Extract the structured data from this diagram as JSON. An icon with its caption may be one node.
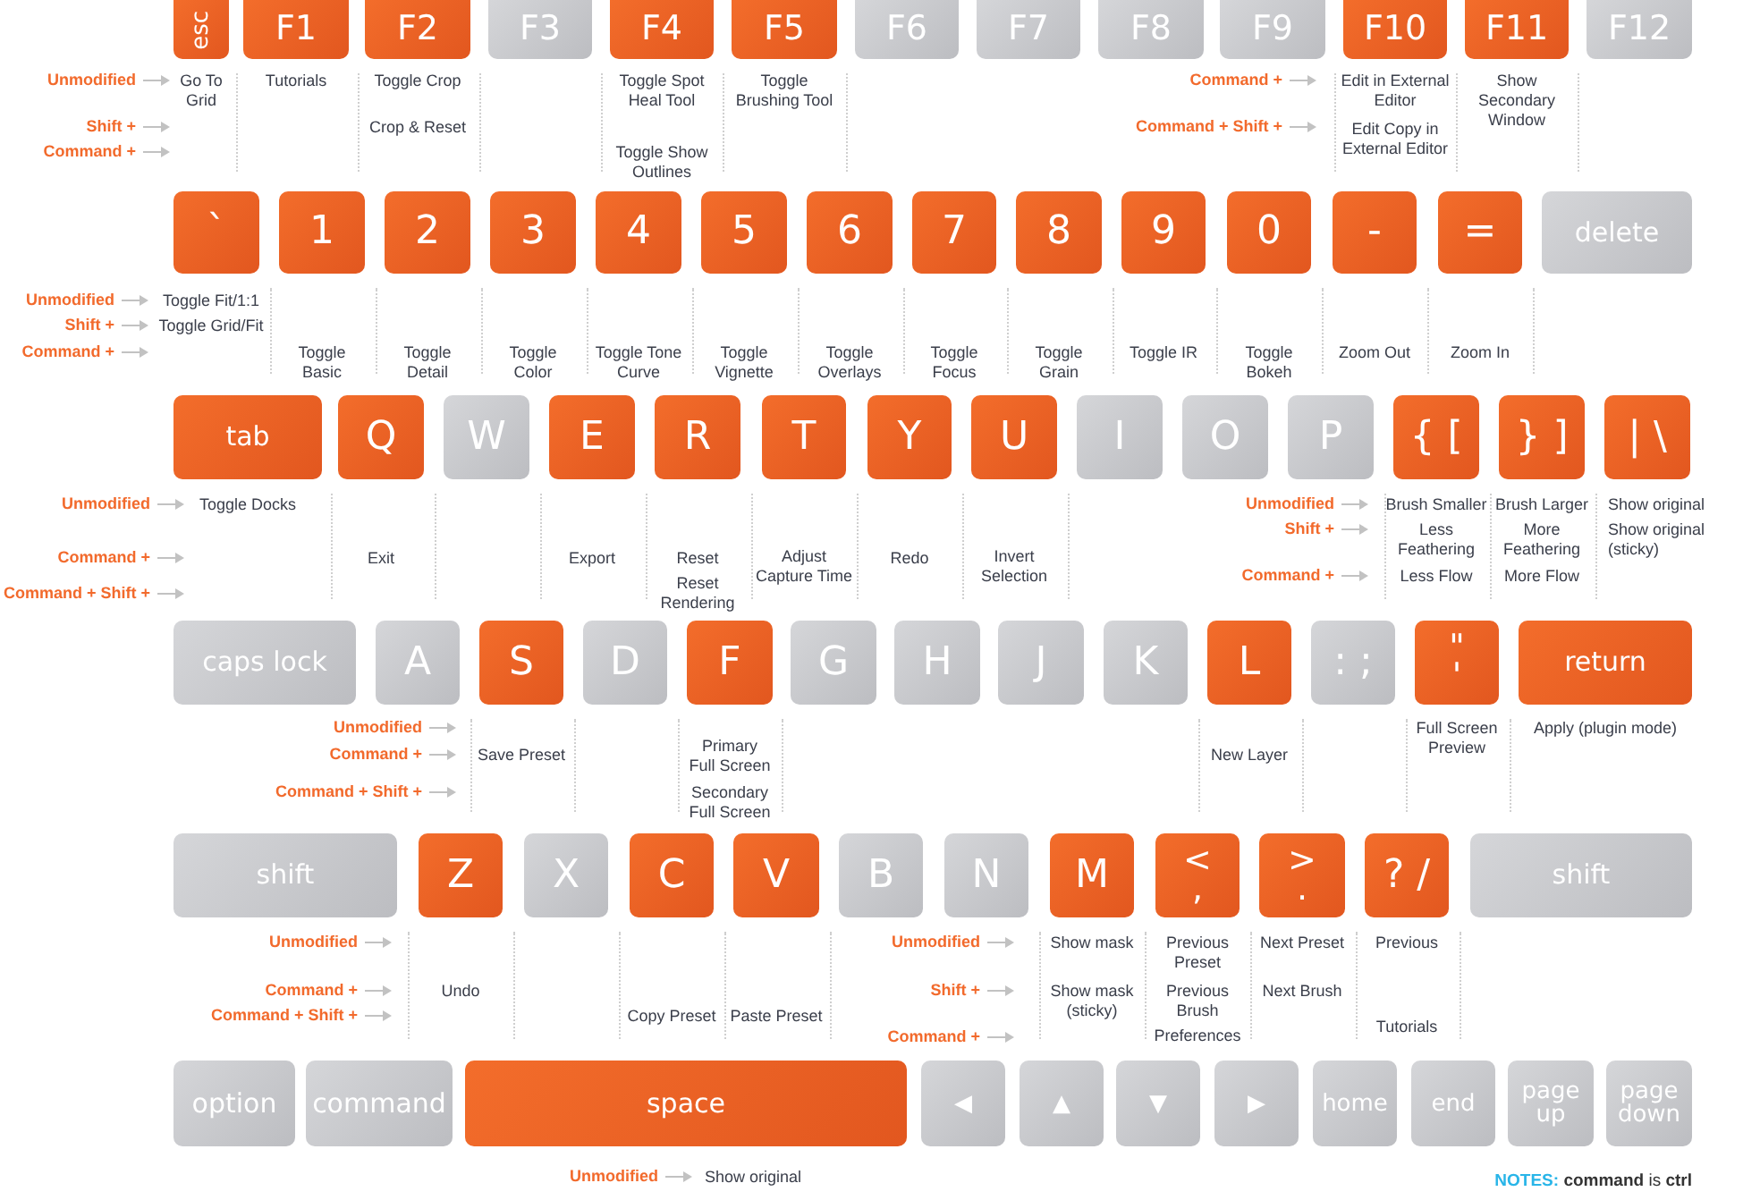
{
  "diagram": {
    "nodes": [
      {
        "text": [
          "esc"
        ],
        "beside": [
          "Go To Grid"
        ]
      },
      {
        "text": [
          "F1"
        ],
        "beside": [
          "Tutorials"
        ]
      },
      {
        "text": [
          "F2"
        ],
        "beside": [
          "Toggle Crop",
          "Crop & Reset"
        ]
      },
      {
        "text": [
          "F3"
        ]
      },
      {
        "text": [
          "F4"
        ],
        "beside": [
          "Toggle Spot Heal Tool"
        ]
      },
      {
        "text": [
          "F5"
        ],
        "beside": [
          "Toggle Brushing Tool"
        ]
      },
      {
        "text": [
          "F6"
        ]
      },
      {
        "text": [
          "F7"
        ]
      },
      {
        "text": [
          "F8"
        ]
      },
      {
        "text": [
          "F9"
        ]
      },
      {
        "text": [
          "F10"
        ],
        "beside": [
          "Edit in External Editor",
          "Edit Copy in External Editor"
        ]
      },
      {
        "text": [
          "F11"
        ],
        "beside": [
          "Show Secondary Window"
        ]
      },
      {
        "text": [
          "F12"
        ]
      },
      {
        "text": [
          "`"
        ],
        "beside": [
          "Toggle Fit/1:1",
          "Toggle Grid/Fit"
        ]
      },
      {
        "text": [
          "1"
        ]
      },
      {
        "text": [
          "2"
        ]
      },
      {
        "text": [
          "3"
        ]
      },
      {
        "text": [
          "4"
        ]
      },
      {
        "text": [
          "5"
        ]
      },
      {
        "text": [
          "6"
        ]
      },
      {
        "text": [
          "7"
        ]
      },
      {
        "text": [
          "8"
        ]
      },
      {
        "text": [
          "9"
        ]
      },
      {
        "text": [
          "0"
        ]
      },
      {
        "text": [
          "-"
        ]
      },
      {
        "text": [
          "="
        ]
      },
      {
        "text": [
          "delete"
        ]
      },
      {
        "text": [
          "tab"
        ],
        "beside": [
          "Toggle Docks"
        ]
      },
      {
        "text": [
          "Q"
        ]
      },
      {
        "text": [
          "W"
        ]
      },
      {
        "text": [
          "E"
        ]
      },
      {
        "text": [
          "R"
        ],
        "beside": [
          "Reset",
          "Reset Rendering"
        ]
      },
      {
        "text": [
          "T"
        ]
      },
      {
        "text": [
          "Y"
        ]
      },
      {
        "text": [
          "U"
        ]
      },
      {
        "text": [
          "I"
        ]
      },
      {
        "text": [
          "O"
        ]
      },
      {
        "text": [
          "P"
        ]
      },
      {
        "text": [
          "{ ["
        ],
        "beside": [
          "Brush Smaller",
          "Less Feathering",
          "Less Flow"
        ]
      },
      {
        "text": [
          "} ]"
        ],
        "beside": [
          "Brush Larger",
          "More Feathering",
          "More Flow"
        ]
      },
      {
        "text": [
          "| \\"
        ],
        "beside": [
          "Show original",
          "Show original (sticky)"
        ]
      },
      {
        "text": [
          "caps lock"
        ]
      },
      {
        "text": [
          "A"
        ]
      },
      {
        "text": [
          "S"
        ],
        "beside": [
          "Save Preset"
        ]
      },
      {
        "text": [
          "D"
        ]
      },
      {
        "text": [
          "F"
        ],
        "beside": [
          "Primary Full Screen",
          "Secondary Full Screen"
        ]
      },
      {
        "text": [
          "G"
        ]
      },
      {
        "text": [
          "H"
        ]
      },
      {
        "text": [
          "J"
        ]
      },
      {
        "text": [
          "K"
        ]
      },
      {
        "text": [
          "L"
        ],
        "beside": [
          "New Layer"
        ]
      },
      {
        "text": [
          ": ;"
        ]
      },
      {
        "text": [
          "\" '"
        ],
        "beside": [
          "Full Screen Preview"
        ]
      },
      {
        "text": [
          "return"
        ],
        "beside": [
          "Apply (plugin mode)"
        ]
      },
      {
        "text": [
          "shift"
        ]
      },
      {
        "text": [
          "Z"
        ]
      },
      {
        "text": [
          "X"
        ]
      },
      {
        "text": [
          "C"
        ]
      },
      {
        "text": [
          "V"
        ]
      },
      {
        "text": [
          "B"
        ]
      },
      {
        "text": [
          "N"
        ]
      },
      {
        "text": [
          "M"
        ],
        "beside": [
          "Show mask",
          "Show mask (sticky)"
        ]
      },
      {
        "text": [
          "< ,"
        ],
        "beside": [
          "Previous Preset",
          "Previous Brush",
          "Preferences"
        ]
      },
      {
        "text": [
          "> ."
        ],
        "beside": [
          "Next Preset",
          "Next Brush"
        ]
      },
      {
        "text": [
          "? /"
        ],
        "beside": [
          "Previous"
        ]
      },
      {
        "text": [
          "shift"
        ]
      },
      {
        "text": [
          "option"
        ]
      },
      {
        "text": [
          "command"
        ]
      },
      {
        "text": [
          "space"
        ],
        "beside": [
          "Show original"
        ]
      },
      {
        "text": [
          "◀"
        ]
      },
      {
        "text": [
          "▲"
        ]
      },
      {
        "text": [
          "▼"
        ]
      },
      {
        "text": [
          "▶"
        ]
      },
      {
        "text": [
          "home"
        ]
      },
      {
        "text": [
          "end"
        ]
      },
      {
        "text": [
          "page up"
        ]
      },
      {
        "text": [
          "page down"
        ]
      }
    ],
    "labels": [
      "Unmodified",
      "Shift +",
      "Command +",
      "Command +",
      "Command + Shift +",
      "Toggle Show Outlines",
      "Unmodified",
      "Shift +",
      "Command +",
      "Toggle Basic",
      "Toggle Detail",
      "Toggle Color",
      "Toggle Tone Curve",
      "Toggle Vignette",
      "Toggle Overlays",
      "Toggle Focus",
      "Toggle Grain",
      "Toggle IR",
      "Toggle Bokeh",
      "Zoom Out",
      "Zoom In",
      "Unmodified",
      "Command +",
      "Command + Shift +",
      "Unmodified",
      "Shift +",
      "Command +",
      "Exit",
      "Export",
      "Adjust Capture Time",
      "Redo",
      "Invert Selection",
      "Unmodified",
      "Command +",
      "Command + Shift +",
      "Unmodified",
      "Command +",
      "Command + Shift +",
      "Unmodified",
      "Shift +",
      "Command +",
      "Undo",
      "Copy Preset",
      "Paste Preset",
      "Tutorials",
      "Unmodified",
      "**NOTES:** **command** is **ctrl**"
    ]
  }
}
